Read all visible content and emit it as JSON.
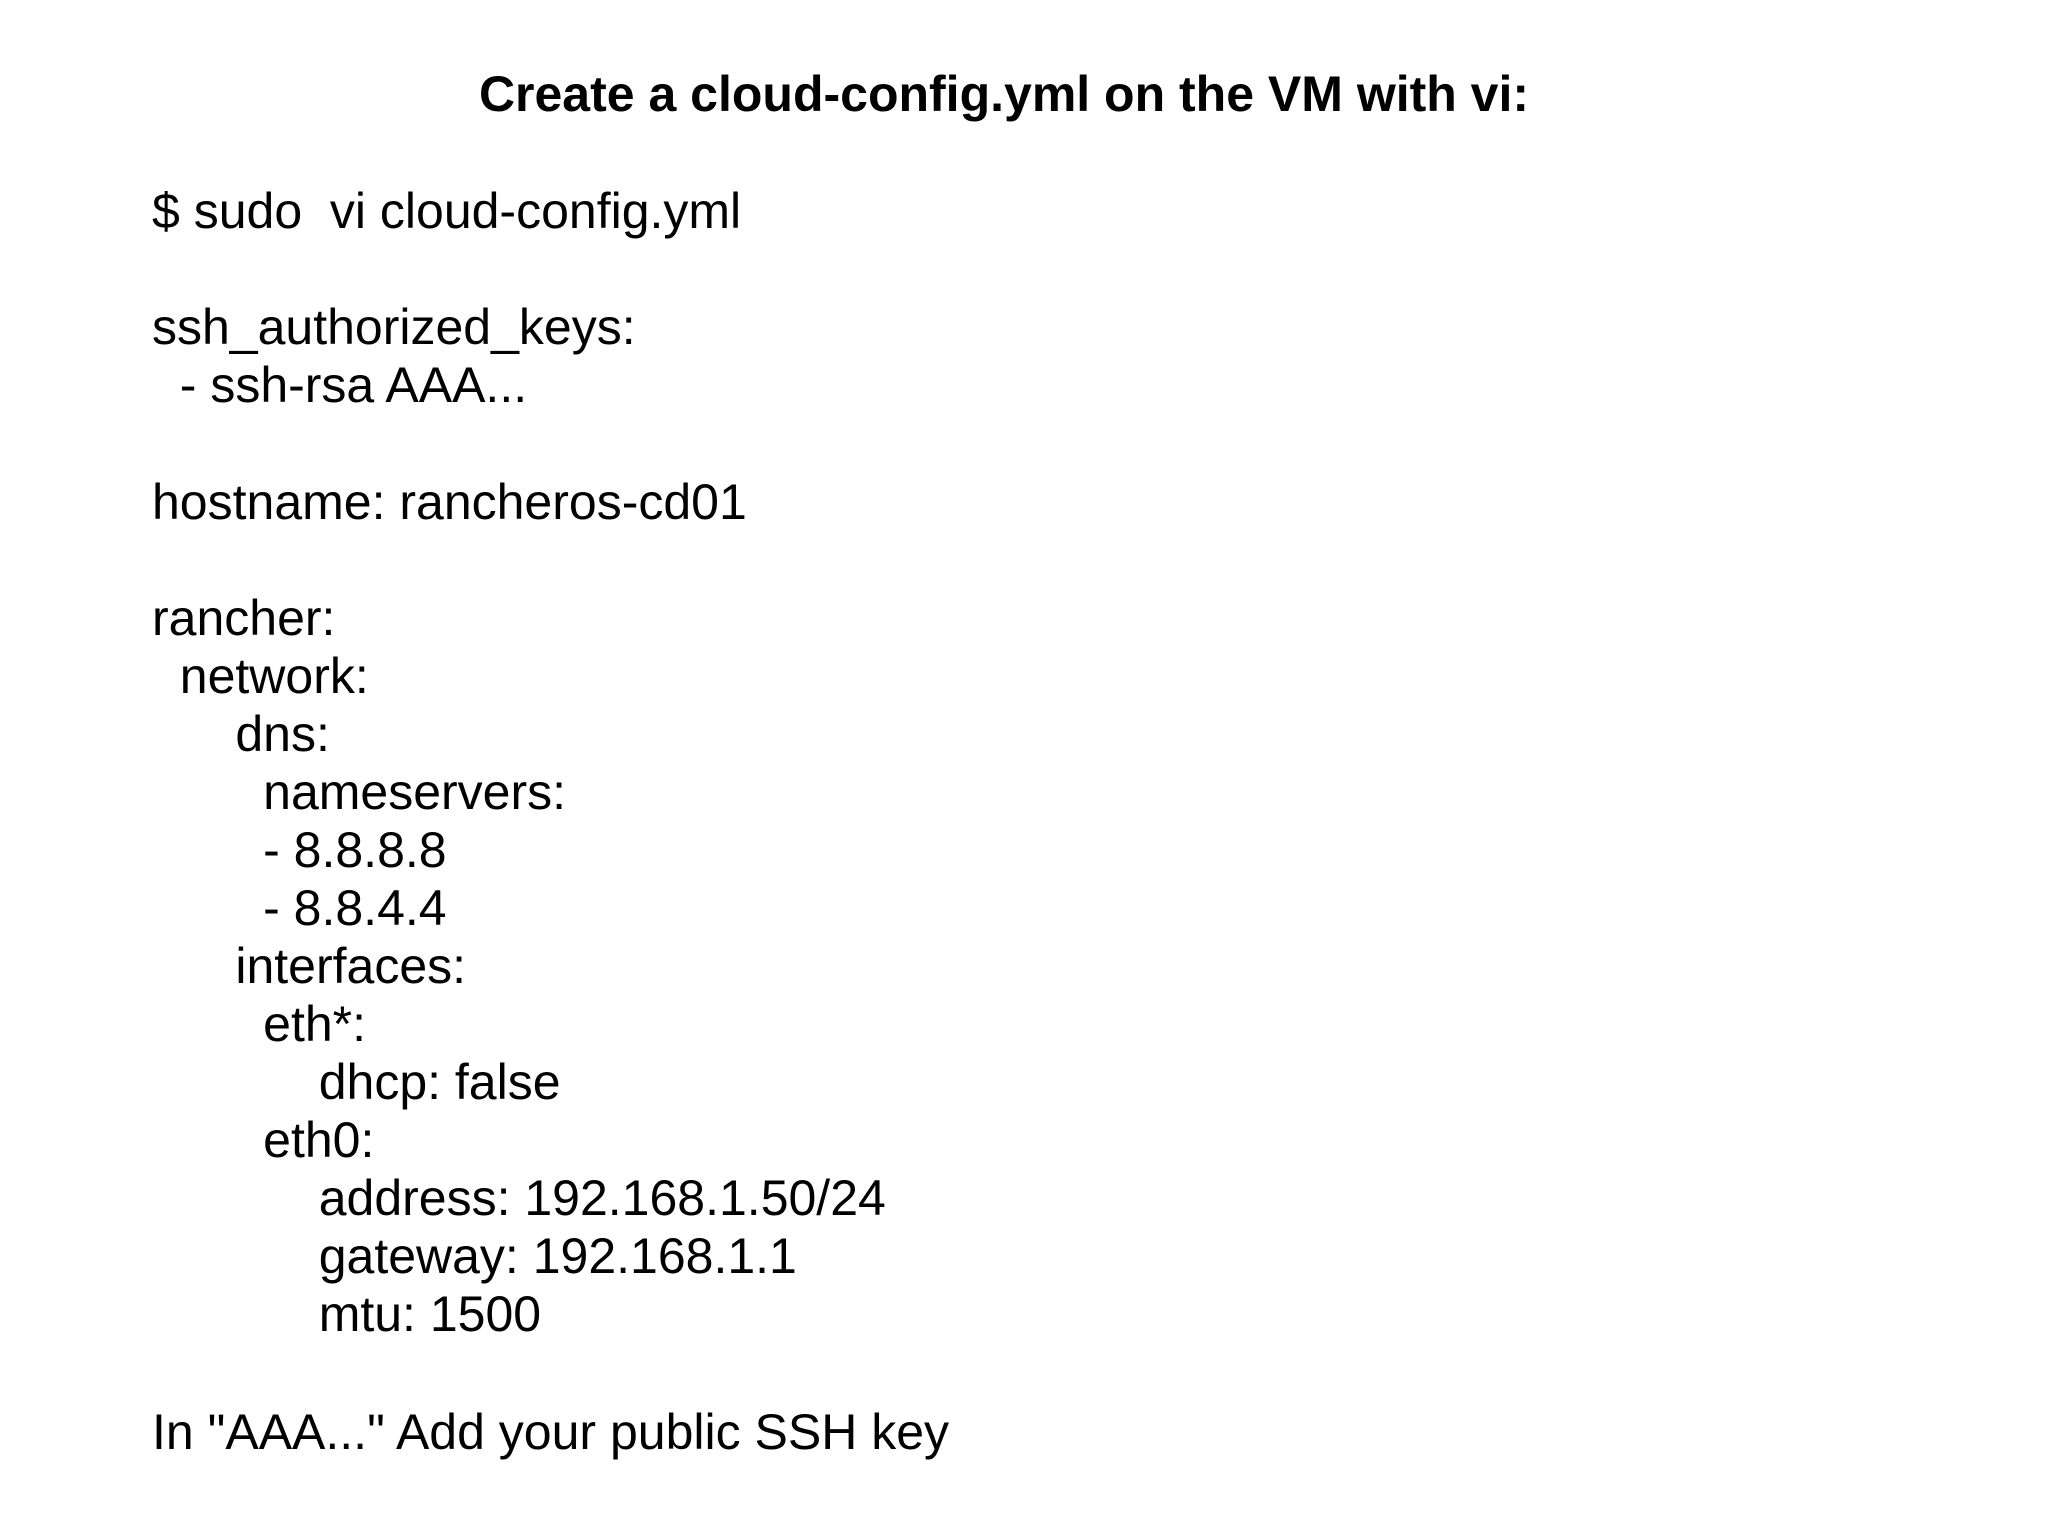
{
  "title": "Create a cloud-config.yml on the VM with vi:",
  "command": "$ sudo  vi cloud-config.yml",
  "config_lines": [
    "ssh_authorized_keys:",
    "  - ssh-rsa AAA...",
    "hostname: rancheros-cd01",
    "rancher:",
    "  network:",
    "      dns:",
    "        nameservers:",
    "        - 8.8.8.8",
    "        - 8.8.4.4",
    "      interfaces:",
    "        eth*:",
    "            dhcp: false",
    "        eth0:",
    "            address: 192.168.1.50/24",
    "            gateway: 192.168.1.1",
    "            mtu: 1500"
  ],
  "footer_note": "In \"AAA...\" Add your public SSH key"
}
